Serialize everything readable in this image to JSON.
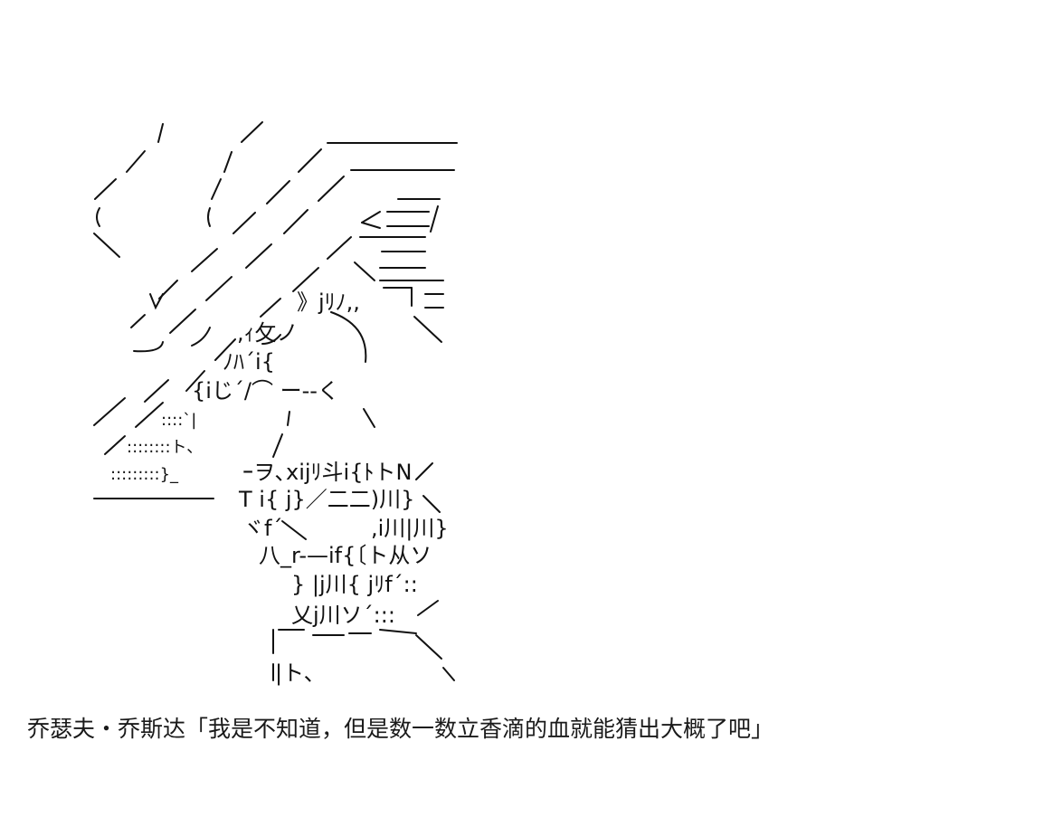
{
  "artwork": {
    "lines": [
      "》jﾘﾉ,,",
      ",ｨ攵ノ",
      "ﾉﾊ´i{",
      "{iじ´/⌒ ー--く",
      "::::`|",
      "::::::::ト、",
      ":::::::::}_",
      "ｰヲ､xijﾘ斗i{ﾄトN",
      "T i{ j}／二二)川}",
      "ヾf´",
      ",i川|川}",
      "八_r-—if{〔ト从ソ",
      "} |j川{ jﾘf´::",
      "乂j川ソ´:::",
      "|ト、"
    ]
  },
  "caption": "乔瑟夫・乔斯达「我是不知道，但是数一数立香滴的血就能猜出大概了吧」"
}
